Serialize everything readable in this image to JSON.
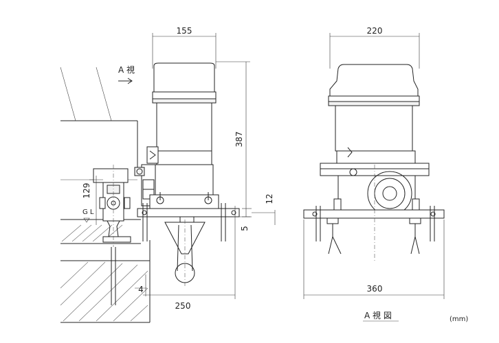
{
  "dimensions": {
    "left_width": "155",
    "right_width": "220",
    "height": "387",
    "rail_height": "129",
    "offset_12": "12",
    "offset_5": "5",
    "offset_4": "4",
    "base_length": "250",
    "base_width": "360"
  },
  "labels": {
    "view_arrow": "A 視",
    "view_caption": "A 視 図",
    "ground_level": "G L",
    "unit": "(mm)"
  }
}
